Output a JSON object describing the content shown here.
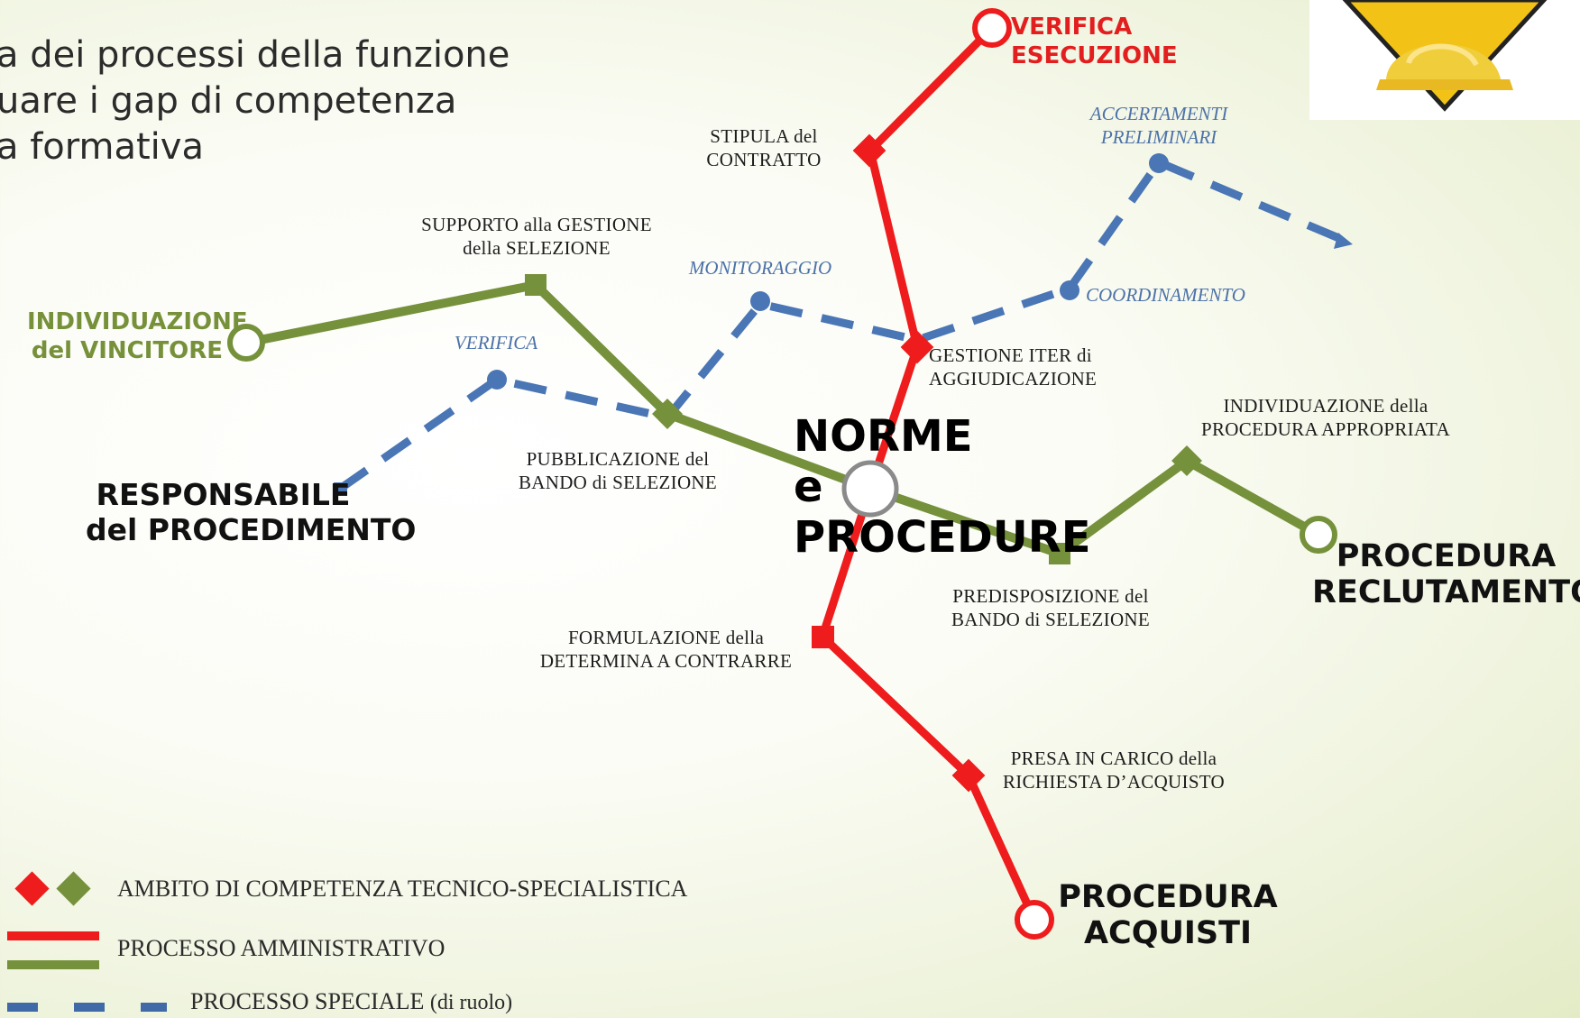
{
  "intro_lines": [
    "a dei processi della funzione",
    "uare i gap di competenza",
    "a formativa"
  ],
  "colors": {
    "red": "#ee1c1c",
    "green": "#75913b",
    "blue": "#4a76b5"
  },
  "hub": {
    "lines": [
      "NORME",
      "e",
      "PROCEDURE"
    ]
  },
  "lines": {
    "red": {
      "name": "PROCESSO AMMINISTRATIVO",
      "terminals": [
        {
          "id": "verifica-esecuzione",
          "lines": [
            "VERIFICA",
            "ESECUZIONE"
          ]
        },
        {
          "id": "procedura-acquisti",
          "lines": [
            "PROCEDURA",
            "ACQUISTI"
          ]
        }
      ],
      "stops": [
        {
          "id": "stipula",
          "lines": [
            "STIPULA del",
            "CONTRATTO"
          ]
        },
        {
          "id": "gestione-iter",
          "lines": [
            "GESTIONE ITER di",
            "AGGIUDICAZIONE"
          ]
        },
        {
          "id": "formulazione",
          "lines": [
            "FORMULAZIONE della",
            "DETERMINA A CONTRARRE"
          ]
        },
        {
          "id": "presa-in-carico",
          "lines": [
            "PRESA IN CARICO della",
            "RICHIESTA D’ACQUISTO"
          ]
        }
      ]
    },
    "green": {
      "terminals": [
        {
          "id": "individuazione-vincitore",
          "lines": [
            "INDIVIDUAZIONE",
            "del VINCITORE"
          ]
        },
        {
          "id": "procedura-reclutamento",
          "lines": [
            "PROCEDURA",
            "RECLUTAMENTO"
          ]
        }
      ],
      "stops": [
        {
          "id": "supporto",
          "lines": [
            "SUPPORTO alla GESTIONE",
            "della SELEZIONE"
          ]
        },
        {
          "id": "pubblicazione",
          "lines": [
            "PUBBLICAZIONE del",
            "BANDO di SELEZIONE"
          ]
        },
        {
          "id": "predisposizione",
          "lines": [
            "PREDISPOSIZIONE del",
            "BANDO di SELEZIONE"
          ]
        },
        {
          "id": "individuazione-procedura",
          "lines": [
            "INDIVIDUAZIONE della",
            "PROCEDURA APPROPRIATA"
          ]
        }
      ]
    },
    "blue": {
      "name": "PROCESSO SPECIALE",
      "name_suffix": "(di ruolo)",
      "terminals": [
        {
          "id": "responsabile",
          "lines": [
            "RESPONSABILE",
            "del PROCEDIMENTO"
          ]
        }
      ],
      "stops": [
        {
          "id": "verifica",
          "lines": [
            "VERIFICA"
          ]
        },
        {
          "id": "monitoraggio",
          "lines": [
            "MONITORAGGIO"
          ]
        },
        {
          "id": "coordinamento",
          "lines": [
            "COORDINAMENTO"
          ]
        },
        {
          "id": "accertamenti",
          "lines": [
            "ACCERTAMENTI",
            "PRELIMINARI"
          ]
        }
      ]
    }
  },
  "legend": {
    "competence": "AMBITO DI COMPETENZA TECNICO-SPECIALISTICA",
    "admin": "PROCESSO AMMINISTRATIVO",
    "special": "PROCESSO SPECIALE",
    "special_suffix": "(di ruolo)"
  }
}
